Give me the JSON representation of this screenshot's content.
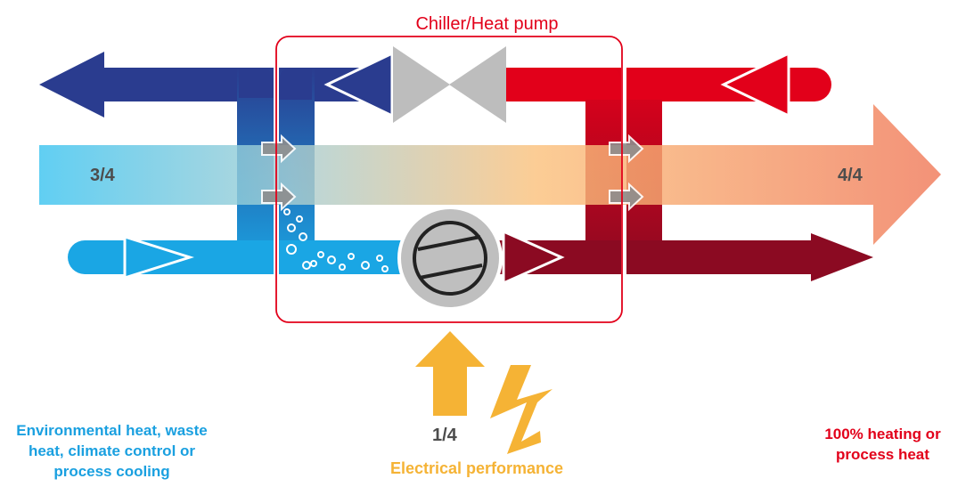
{
  "diagram": {
    "title": "Chiller/Heat pump",
    "input_fraction": "3/4",
    "output_fraction": "4/4",
    "electrical_fraction": "1/4",
    "input_label": "Environmental heat, waste heat, climate control or process cooling",
    "output_label": "100% heating or process heat",
    "electrical_label": "Electrical performance"
  },
  "colors": {
    "cold_dark": "#2a3c8f",
    "cold_light": "#1aa6e4",
    "hot_red": "#e2001a",
    "hot_dark": "#8b0a22",
    "valve_grey": "#bdbdbd",
    "compressor_grey": "#bfbfbf",
    "electric_orange": "#f5b335",
    "heat_flow_start": "#3ec4f0",
    "heat_flow_end": "#f07a5a",
    "frame_red": "#e2001a"
  },
  "icons": [
    "expansion-valve-icon",
    "compressor-icon",
    "lightning-icon",
    "electric-arrow-icon"
  ]
}
